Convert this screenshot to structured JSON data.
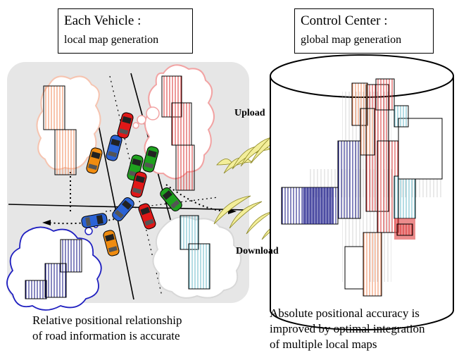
{
  "vehicle_box": {
    "title": "Each Vehicle :",
    "subtitle": "local map generation"
  },
  "center_box": {
    "title": "Control Center :",
    "subtitle": "global map generation"
  },
  "upload_label": "Upload",
  "download_label": "Download",
  "caption_left": [
    "Relative positional relationship",
    "of road information is accurate"
  ],
  "caption_right": [
    "Absolute positional accuracy is",
    "improved by optimal integration",
    "of multiple local maps"
  ],
  "colors": {
    "panel": "#e6e6e6",
    "car_red": "#e01818",
    "car_green": "#1fa21f",
    "car_blue": "#2b63d6",
    "car_orange": "#f08c10",
    "wave": "#f3ee9a",
    "cloud_red": "#f2a3a3",
    "cloud_blue": "#2020c0",
    "cloud_gray": "#d0d0d0",
    "stripes_red": "#d93030",
    "stripes_blue": "#101080",
    "stripes_orange": "#f08a5a",
    "stripes_cyan": "#68b8c8"
  }
}
